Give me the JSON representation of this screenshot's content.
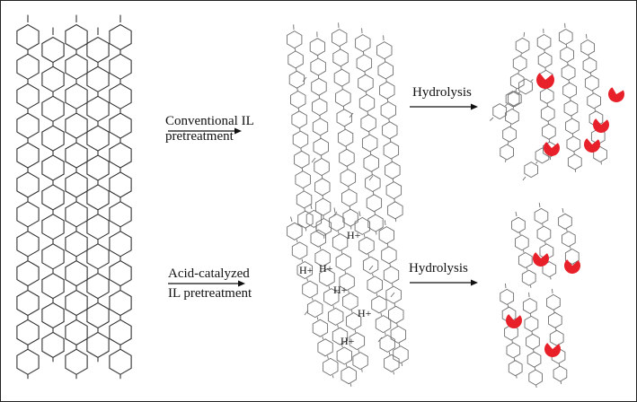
{
  "labels": {
    "conventional_line1": "Conventional IL",
    "conventional_line2": "pretreatment",
    "acid_line1": "Acid-catalyzed",
    "acid_line2": "IL pretreatment",
    "hydrolysis_top": "Hydrolysis",
    "hydrolysis_bottom": "Hydrolysis",
    "proton": "H+"
  },
  "colors": {
    "stroke_dark": "#333333",
    "stroke_gray": "#6e6e6e",
    "enzyme": "#e8202a",
    "background": "#ffffff"
  }
}
